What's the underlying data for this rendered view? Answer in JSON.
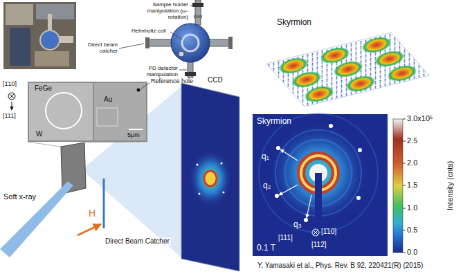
{
  "diagram": {
    "labels": [
      "Sample holder manipulation (ω-rotation)",
      "Helmholtz coil",
      "Direct beam catcher",
      "PD detector manipulation",
      "Skyrmion",
      "[1̄10]",
      "[111]",
      "FeGe",
      "Au",
      "Reference hole",
      "W",
      "5μm",
      "Soft x-ray",
      "H",
      "Direct Beam Catcher",
      "CCD",
      "Skyrmion",
      "q₁",
      "q₂",
      "q₃",
      "[1̄10]",
      "[111]",
      "[112̄]",
      "0.1 T",
      "3.0x10⁵",
      "2.5",
      "2.0",
      "1.5",
      "1.0",
      "0.5",
      "0.0",
      "Intensity (cnts)"
    ],
    "caption": "Y. Yamasaki et al., Phys. Rev. B 92, 220421(R) (2015)"
  }
}
